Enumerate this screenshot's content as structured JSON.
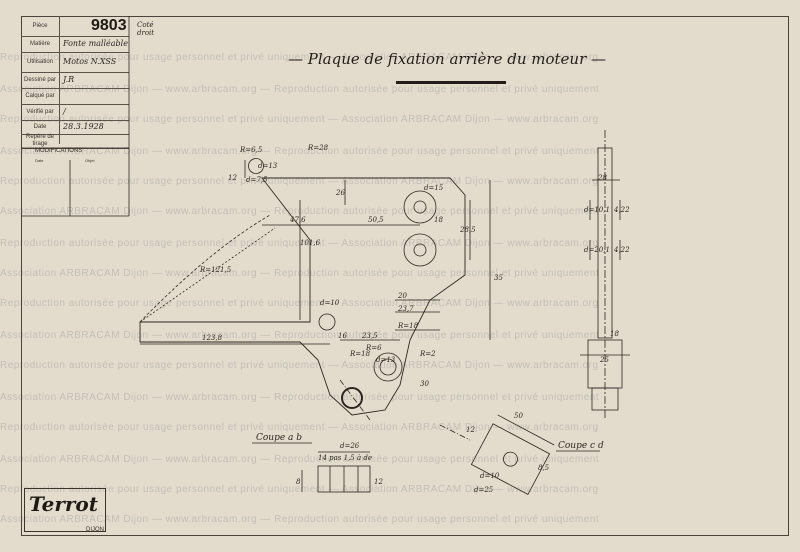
{
  "titleblock": {
    "part_number": "9803",
    "part_suffix": "Coté droit",
    "rows": [
      {
        "label": "Pièce",
        "value": ""
      },
      {
        "label": "Matière",
        "value": "Fonte malléable"
      },
      {
        "label": "Utilisation",
        "value": "Motos N.XSS"
      },
      {
        "label": "Dessiné par",
        "value": "J.R"
      },
      {
        "label": "Calqué par",
        "value": ""
      },
      {
        "label": "Vérifié par",
        "value": "/"
      },
      {
        "label": "Date",
        "value": "28.3.1928"
      },
      {
        "label": "Repère de tirage",
        "value": ""
      }
    ],
    "modifications_label": "MODIFICATIONS",
    "mod_date_label": "Date",
    "mod_object_label": "Objet"
  },
  "drawing": {
    "title": "Plaque de fixation arrière du moteur",
    "section_ab": "Coupe a b",
    "section_cd": "Coupe c d",
    "dimensions": [
      "R=6,5",
      "d=7,5",
      "d=13",
      "12",
      "R=28",
      "26",
      "47,6",
      "50,5",
      "d=15",
      "18",
      "28,5",
      "35",
      "101,6",
      "R=121,5",
      "d=10",
      "123,8",
      "16",
      "23,5",
      "20",
      "23,7",
      "R=18",
      "R=18",
      "R=6",
      "d=13",
      "R=2",
      "30",
      "d=26",
      "14 pas 1,5 à de",
      "8",
      "12",
      "50",
      "d=10",
      "d=25",
      "8,5",
      "12",
      "28",
      "d=10,1",
      "d=20,1",
      "4,22",
      "4,22",
      "18",
      "25"
    ]
  },
  "watermark": {
    "text_1": "Reproduction autorisée pour usage personnel et privé uniquement",
    "text_2": "Association ARBRACAM Dijon",
    "text_3": "www.arbracam.org"
  },
  "logo": {
    "brand": "Terrot",
    "city": "DIJON"
  },
  "colors": {
    "paper": "#e3dccd",
    "ink": "#2b2620",
    "watermark": "#6e7882"
  }
}
